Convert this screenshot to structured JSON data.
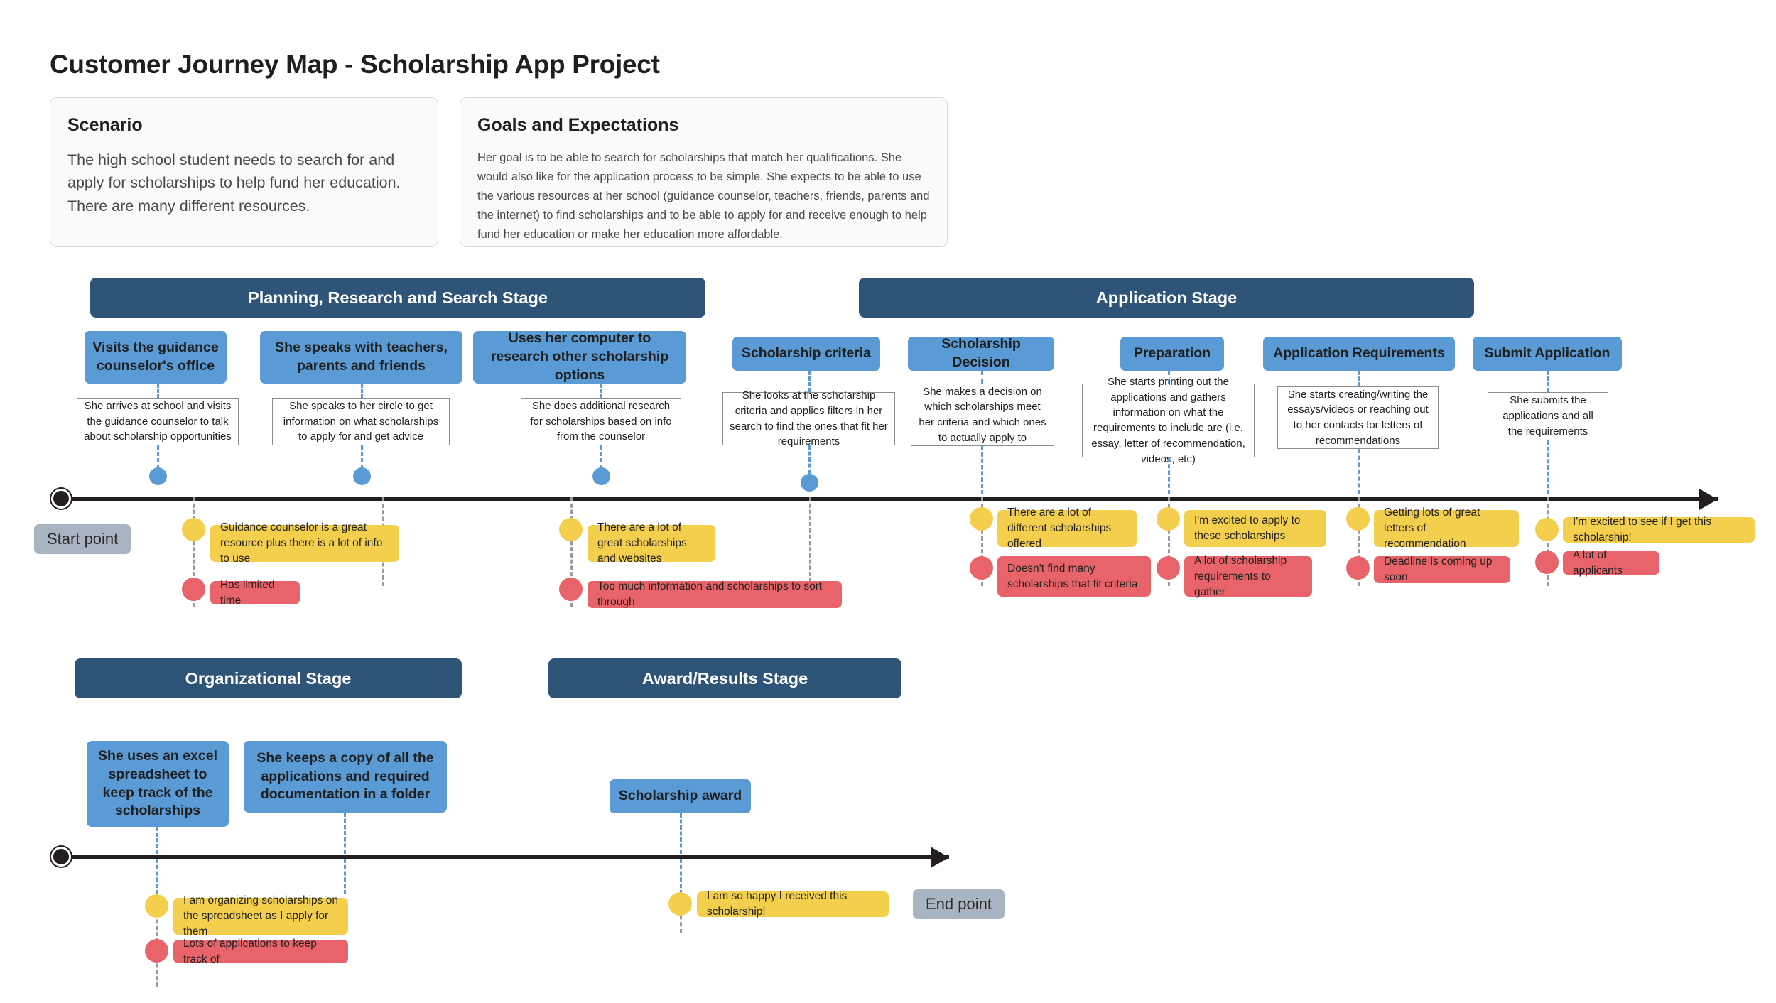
{
  "page": {
    "title": "Customer Journey Map - Scholarship App Project"
  },
  "info_cards": [
    {
      "heading": "Scenario",
      "body": "The high school student needs to search for and apply for scholarships to help fund her education. There are many different resources."
    },
    {
      "heading": "Goals and Expectations",
      "body": "Her goal is to be able to search for scholarships that match her qualifications. She would also like for the application process to be simple. She expects to be able to use the various resources at her school (guidance counselor, teachers, friends, parents and the internet) to find scholarships and to be able to apply for and receive enough to help fund her education or make her education more affordable."
    }
  ],
  "stages": [
    {
      "label": "Planning, Research and Search Stage"
    },
    {
      "label": "Application Stage"
    },
    {
      "label": "Organizational Stage"
    },
    {
      "label": "Award/Results Stage"
    }
  ],
  "actions": [
    {
      "label": "Visits the guidance counselor's office"
    },
    {
      "label": "She speaks with teachers, parents and friends"
    },
    {
      "label": "Uses her computer to research other scholarship options"
    },
    {
      "label": "Scholarship criteria"
    },
    {
      "label": "Scholarship Decision"
    },
    {
      "label": "Preparation"
    },
    {
      "label": "Application Requirements"
    },
    {
      "label": "Submit Application"
    },
    {
      "label": "She uses an excel spreadsheet to keep track of the scholarships"
    },
    {
      "label": "She keeps a copy of all the applications and required documentation in a folder"
    },
    {
      "label": "Scholarship award"
    }
  ],
  "details": [
    {
      "text": "She arrives at school and visits the guidance counselor to talk about scholarship opportunities"
    },
    {
      "text": "She speaks to her circle to get information on what scholarships to apply for and get advice"
    },
    {
      "text": "She does additional research for scholarships based on info from the counselor"
    },
    {
      "text": "She looks at the scholarship criteria and applies filters in her search to find the ones that fit her requirements"
    },
    {
      "text": "She makes a decision on which scholarships meet her criteria and which ones to actually apply to"
    },
    {
      "text": "She starts printing out the applications and gathers information on what the requirements to include are (i.e. essay, letter of recommendation, videos, etc)"
    },
    {
      "text": "She starts creating/writing the essays/videos or reaching out to her contacts for letters of recommendations"
    },
    {
      "text": "She submits the applications and all the requirements"
    }
  ],
  "timeline_markers": {
    "start_label": "Start point",
    "end_label": "End point"
  },
  "emotions_top": [
    {
      "positive": "Guidance counselor is a great resource plus there is a lot of info to use",
      "negative": "Has limited time"
    },
    {
      "positive": "There are a lot of great scholarships and websites",
      "negative": "Too much information and scholarships to sort through"
    },
    {
      "positive": "There are a lot of different scholarships offered",
      "negative": "Doesn't find many scholarships that fit criteria"
    },
    {
      "positive": "I'm excited to apply to these scholarships",
      "negative": "A lot of scholarship requirements to gather"
    },
    {
      "positive": "Getting lots of great letters of recommendation",
      "negative": "Deadline is coming up soon"
    },
    {
      "positive": "I'm excited to see if I get this scholarship!",
      "negative": "A lot of applicants"
    }
  ],
  "emotions_bottom": [
    {
      "positive": "I am organizing scholarships on the spreadsheet as I apply for them",
      "negative": "Lots of applications to keep track of"
    },
    {
      "positive": "I am so happy I received this scholarship!",
      "negative": null
    }
  ],
  "colors": {
    "stage_bar": "#2e5477",
    "action_box": "#5b9bd5",
    "positive": "#f4cf4e",
    "negative": "#e8646a",
    "endpoint_pill": "#a9b4c2",
    "timeline": "#231f20"
  }
}
